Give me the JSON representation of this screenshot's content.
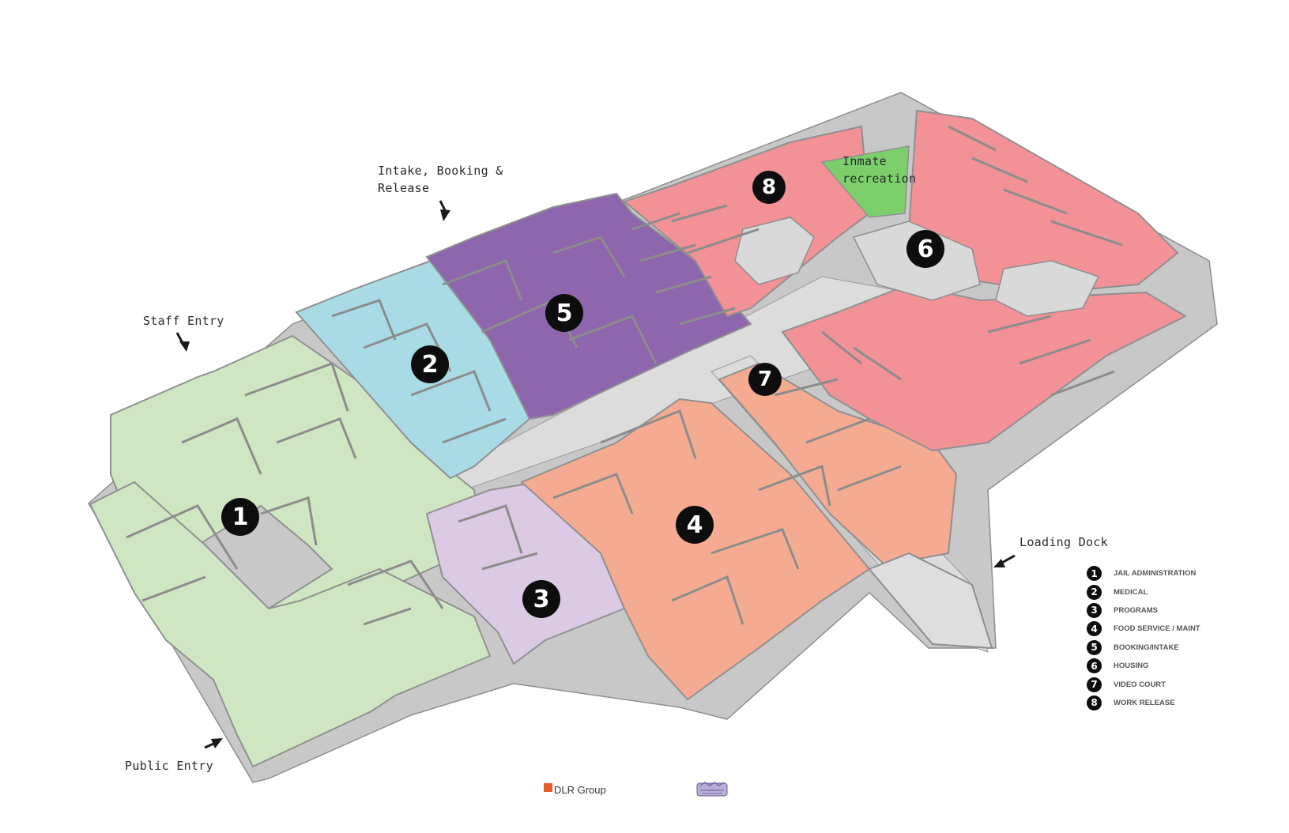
{
  "annotations": {
    "intake": "Intake, Booking &",
    "intake_line2": "Release",
    "staff_entry": "Staff Entry",
    "public_entry": "Public Entry",
    "loading_dock": "Loading Dock",
    "inmate_recreation": "Inmate",
    "inmate_recreation_line2": "recreation"
  },
  "badges": [
    "1",
    "2",
    "3",
    "4",
    "5",
    "6",
    "7",
    "8"
  ],
  "legend": [
    {
      "num": "1",
      "label": "JAIL ADMINISTRATION"
    },
    {
      "num": "2",
      "label": "MEDICAL"
    },
    {
      "num": "3",
      "label": "PROGRAMS"
    },
    {
      "num": "4",
      "label": "FOOD SERVICE / MAINT/"
    },
    {
      "num": "5",
      "label": "BOOKING/INTAKE"
    },
    {
      "num": "6",
      "label": "HOUSING"
    },
    {
      "num": "7",
      "label": "VIDEO COURT"
    },
    {
      "num": "8",
      "label": "WORK RELEASE"
    }
  ],
  "footer": {
    "firm": "DLR Group"
  },
  "colors": {
    "administration": "#cfe6c2",
    "medical": "#a9dbe6",
    "programs": "#dcc9e4",
    "food_service": "#f5ab92",
    "booking": "#8d66ad",
    "housing": "#f29196",
    "recreation": "#7ccf6b",
    "corridor": "#dcdcdc",
    "wall": "#9a9a9a"
  }
}
